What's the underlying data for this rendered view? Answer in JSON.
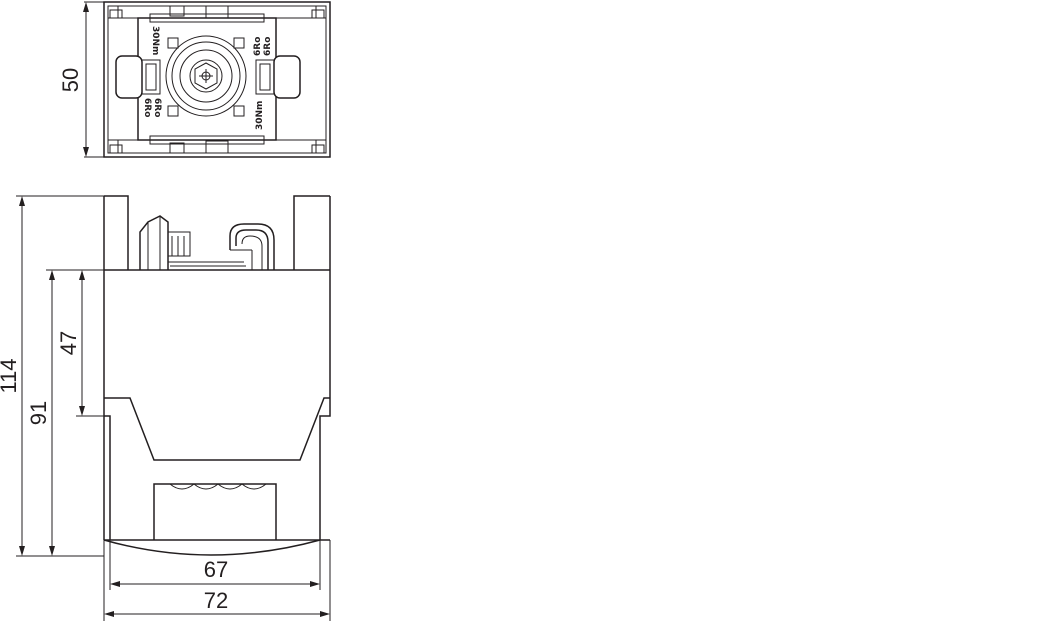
{
  "dimensions": {
    "top_height": "50",
    "overall_height": "114",
    "mount_height": "91",
    "inner_height": "47",
    "inner_width": "67",
    "overall_width": "72"
  },
  "markings": {
    "torque_left": "30Nm",
    "torque_right": "30Nm",
    "size_a_left": "6Ro",
    "size_b_left": "6Ro",
    "size_a_right": "6Ro",
    "size_b_right": "6Ro"
  }
}
